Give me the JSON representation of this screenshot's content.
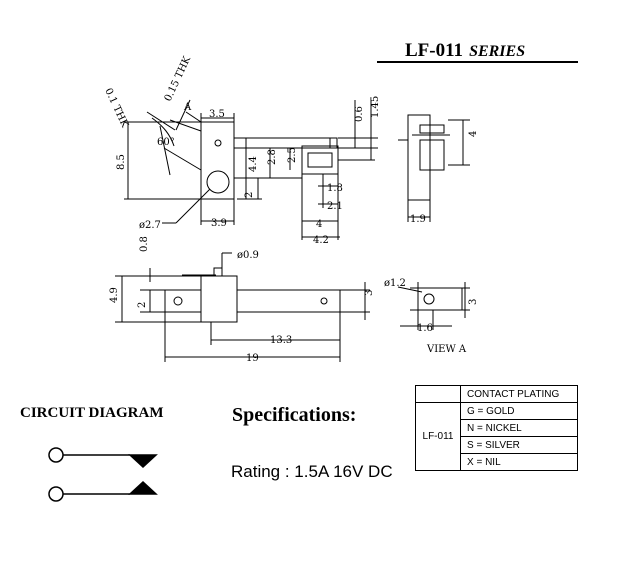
{
  "title": {
    "model": "LF-011",
    "series": "SERIES"
  },
  "dimensions": {
    "top_view": [
      "3.5",
      "0.6",
      "1.45",
      "8.5",
      "4.4",
      "2.8",
      "2.5",
      "2",
      "1.8",
      "2.1",
      "4",
      "4.2",
      "3.9",
      "ø2.7",
      "60°",
      "A"
    ],
    "thickness_notes": [
      "0.1 THK",
      "0.15 THK"
    ],
    "end_view": [
      "4",
      "1.9"
    ],
    "side_view": [
      "0.8",
      "ø0.9",
      "4.9",
      "2",
      "3",
      "13.3",
      "19"
    ],
    "view_a": [
      "ø1.2",
      "3",
      "1.6"
    ],
    "view_a_label": "VIEW A"
  },
  "circuit_diagram": {
    "title": "CIRCUIT DIAGRAM"
  },
  "specifications": {
    "title": "Specifications:",
    "rating": "Rating : 1.5A 16V DC"
  },
  "plating_table": {
    "header": "CONTACT PLATING",
    "model": "LF-011",
    "options": [
      "G = GOLD",
      "N = NICKEL",
      "S = SILVER",
      "X = NIL"
    ]
  }
}
